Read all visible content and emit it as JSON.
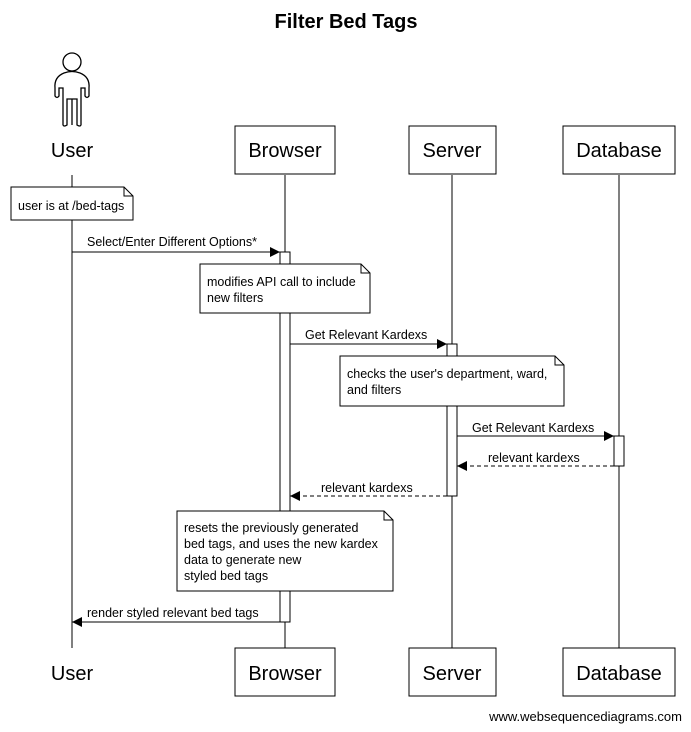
{
  "title": "Filter Bed Tags",
  "participants": {
    "user": "User",
    "browser": "Browser",
    "server": "Server",
    "database": "Database"
  },
  "notes": {
    "user_location": [
      "user is at /bed-tags"
    ],
    "browser_modify": [
      "modifies API call to include",
      "new filters"
    ],
    "server_check": [
      "checks the user's department, ward,",
      "and filters"
    ],
    "browser_reset": [
      "resets the previously generated",
      "bed tags, and uses the new kardex",
      "data to generate new",
      "styled bed tags"
    ]
  },
  "messages": {
    "select_options": "Select/Enter Different Options*",
    "get_kardexes_browser": "Get Relevant Kardexs",
    "get_kardexes_server": "Get Relevant Kardexs",
    "db_return": "relevant kardexs",
    "server_return": "relevant kardexs",
    "render": "render styled relevant bed tags"
  },
  "credit": "www.websequencediagrams.com"
}
